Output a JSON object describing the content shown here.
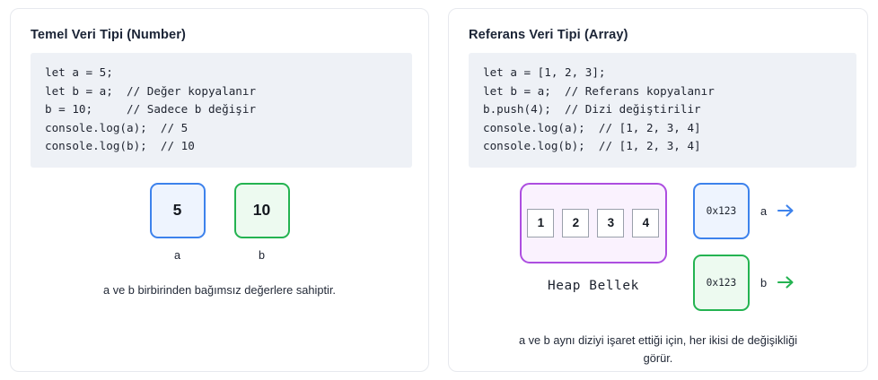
{
  "panels": [
    {
      "title": "Temel Veri Tipi (Number)",
      "code": "let a = 5;\nlet b = a;  // Değer kopyalanır\nb = 10;     // Sadece b değişir\nconsole.log(a);  // 5\nconsole.log(b);  // 10",
      "variables": [
        {
          "value": "5",
          "name": "a",
          "color": "#3d82ec"
        },
        {
          "value": "10",
          "name": "b",
          "color": "#24b351"
        }
      ],
      "caption": "a ve b birbirinden bağımsız değerlere sahiptir."
    },
    {
      "title": "Referans Veri Tipi (Array)",
      "code": "let a = [1, 2, 3];\nlet b = a;  // Referans kopyalanır\nb.push(4);  // Dizi değiştirilir\nconsole.log(a);  // [1, 2, 3, 4]\nconsole.log(b);  // [1, 2, 3, 4]",
      "heap": {
        "cells": [
          "1",
          "2",
          "3",
          "4"
        ],
        "label": "Heap Bellek",
        "border_color": "#ad4ee0"
      },
      "pointers": [
        {
          "address": "0x123",
          "name": "a",
          "color": "#3d82ec"
        },
        {
          "address": "0x123",
          "name": "b",
          "color": "#24b351"
        }
      ],
      "caption": "a ve b aynı diziyi işaret ettiği için, her ikisi de değişikliği görür."
    }
  ]
}
